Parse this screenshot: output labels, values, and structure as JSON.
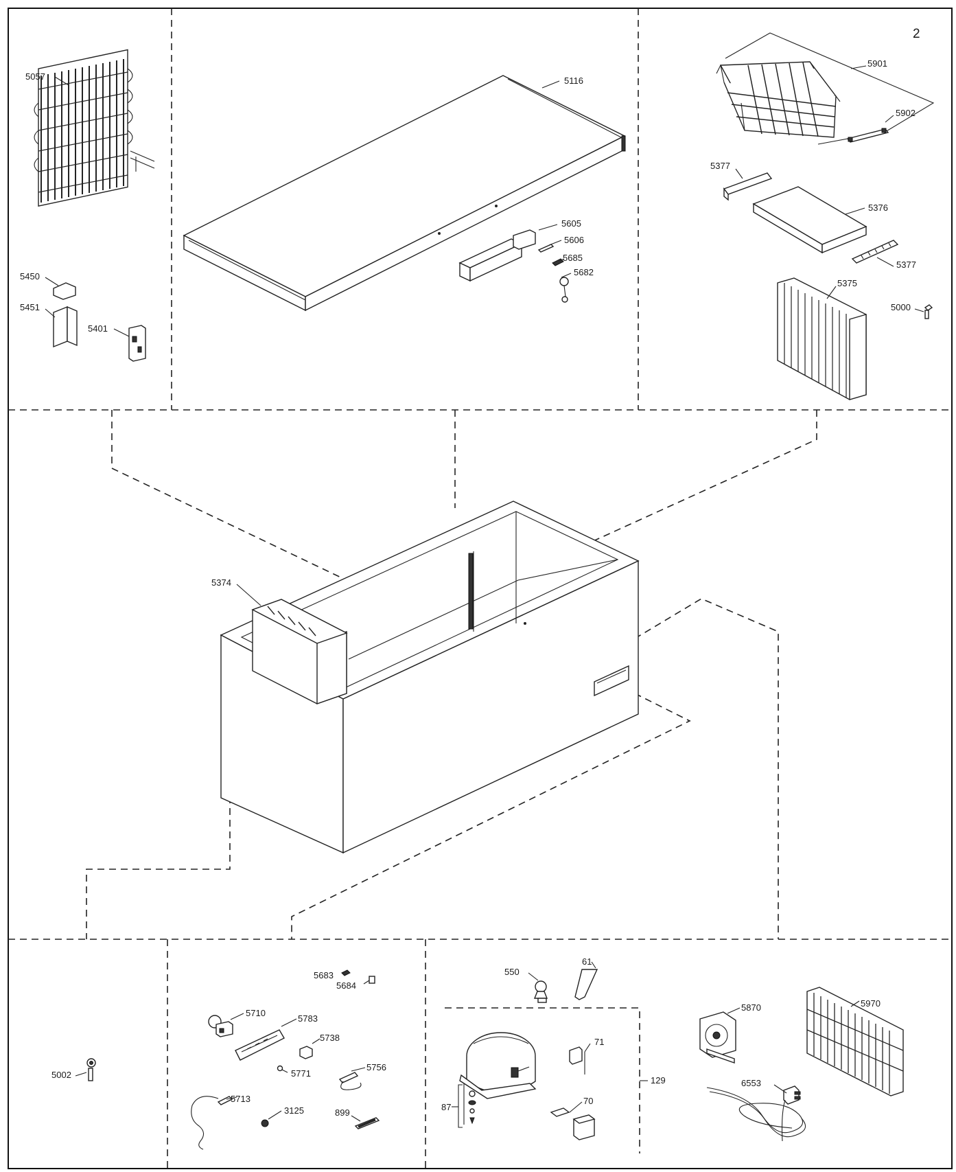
{
  "page_number": "2",
  "labels": {
    "p5057": "5057",
    "p5116": "5116",
    "p5901": "5901",
    "p5902": "5902",
    "p5377a": "5377",
    "p5376": "5376",
    "p5377b": "5377",
    "p5375": "5375",
    "p5000": "5000",
    "p5450": "5450",
    "p5451": "5451",
    "p5401": "5401",
    "p5605": "5605",
    "p5606": "5606",
    "p5685": "5685",
    "p5682": "5682",
    "p5374": "5374",
    "p5002": "5002",
    "p5683": "5683",
    "p5684": "5684",
    "p5710": "5710",
    "p5783": "5783",
    "p5738": "5738",
    "p5771": "5771",
    "p5756": "5756",
    "p5713": "5713",
    "p3125": "3125",
    "p899": "899",
    "p550": "550",
    "p61": "61",
    "p5870": "5870",
    "p5970": "5970",
    "p71": "71",
    "p129": "129",
    "p6553": "6553",
    "p87": "87",
    "p70": "70"
  }
}
